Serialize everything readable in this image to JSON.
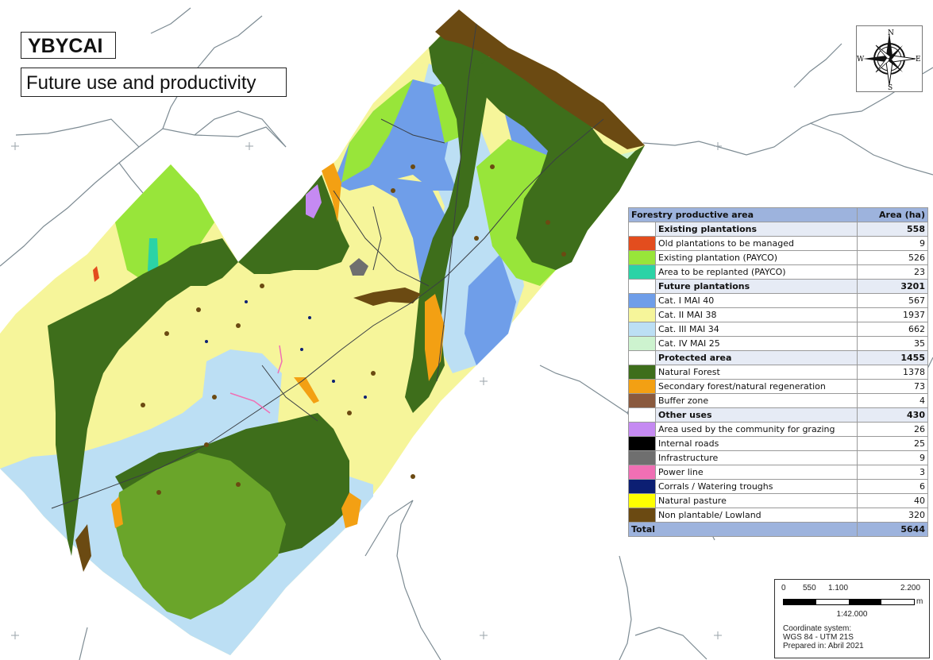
{
  "map": {
    "title": "YBYCAI",
    "subtitle": "Future use and productivity",
    "compass": {
      "n": "N",
      "s": "S",
      "e": "E",
      "w": "W"
    }
  },
  "legend": {
    "header": {
      "label": "Forestry productive area",
      "value_label": "Area (ha)"
    },
    "groups": [
      {
        "label": "Existing plantations",
        "value": "558",
        "items": [
          {
            "label": "Old plantations to be managed",
            "value": "9",
            "color": "#e34d1e"
          },
          {
            "label": "Existing plantation (PAYCO)",
            "value": "526",
            "color": "#98e53a"
          },
          {
            "label": "Area to be replanted (PAYCO)",
            "value": "23",
            "color": "#2bd3a6"
          }
        ]
      },
      {
        "label": "Future plantations",
        "value": "3201",
        "items": [
          {
            "label": "Cat. I MAI 40",
            "value": "567",
            "color": "#6f9ee9"
          },
          {
            "label": "Cat. II MAI 38",
            "value": "1937",
            "color": "#f6f59a"
          },
          {
            "label": "Cat. III MAI 34",
            "value": "662",
            "color": "#bcdff4"
          },
          {
            "label": "Cat. IV MAI 25",
            "value": "35",
            "color": "#cdf3cf"
          }
        ]
      },
      {
        "label": "Protected area",
        "value": "1455",
        "items": [
          {
            "label": "Natural Forest",
            "value": "1378",
            "color": "#3e6e1b"
          },
          {
            "label": "Secondary forest/natural regeneration",
            "value": "73",
            "color": "#f3a013"
          },
          {
            "label": "Buffer zone",
            "value": "4",
            "color": "#8a5a3e"
          }
        ]
      },
      {
        "label": "Other uses",
        "value": "430",
        "items": [
          {
            "label": "Area used by the community for grazing",
            "value": "26",
            "color": "#c58af2"
          },
          {
            "label": "Internal roads",
            "value": "25",
            "color": "#000000"
          },
          {
            "label": "Infrastructure",
            "value": "9",
            "color": "#6f6f6f"
          },
          {
            "label": "Power line",
            "value": "3",
            "color": "#f06fb4"
          },
          {
            "label": "Corrals / Watering troughs",
            "value": "6",
            "color": "#0c1f73"
          },
          {
            "label": "Natural pasture",
            "value": "40",
            "color": "#ffff00"
          },
          {
            "label": "Non plantable/ Lowland",
            "value": "320",
            "color": "#6b4a12"
          }
        ]
      }
    ],
    "total": {
      "label": "Total",
      "value": "5644"
    }
  },
  "scale": {
    "ticks": [
      "0",
      "550",
      "1.100",
      "2.200"
    ],
    "unit": "m",
    "ratio": "1:42.000",
    "coord_lines": [
      "Coordinate system:",
      "WGS 84 - UTM 21S",
      "Prepared in: Abril 2021"
    ]
  }
}
